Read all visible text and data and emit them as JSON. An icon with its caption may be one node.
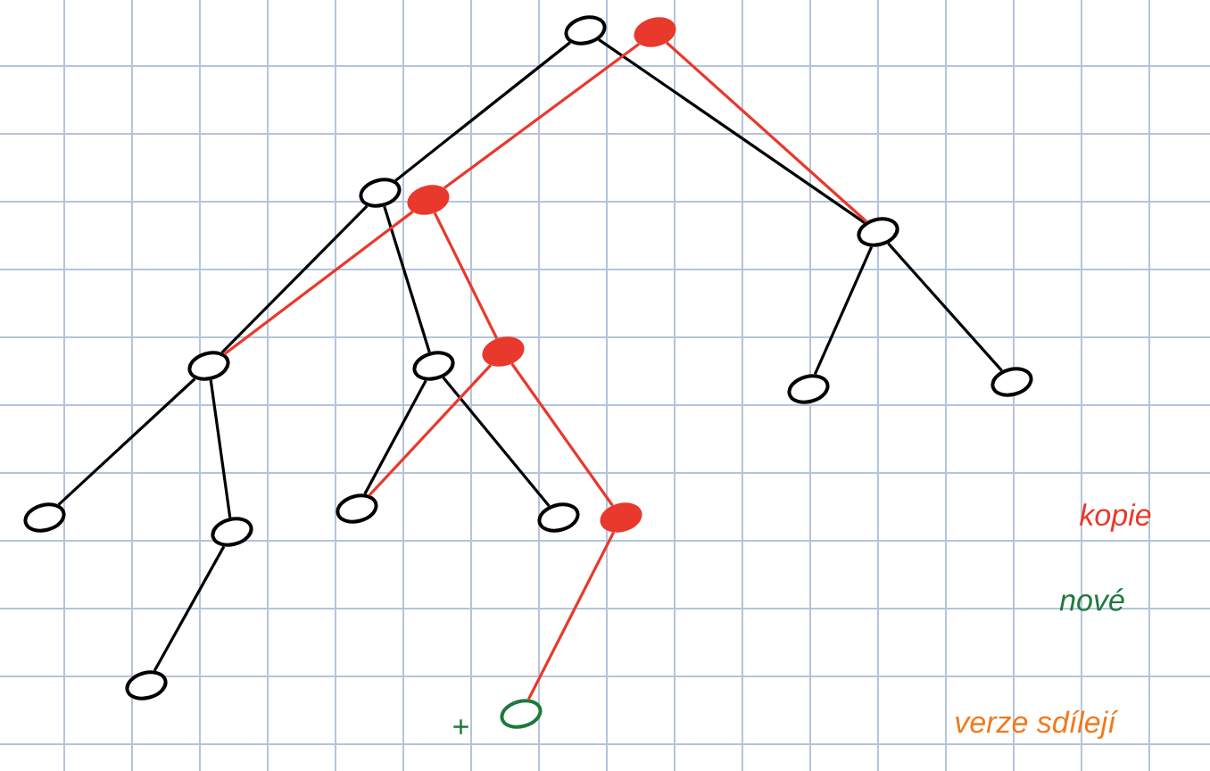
{
  "diagram": {
    "nodes": [
      {
        "text": [],
        "shape": "circle"
      },
      {
        "text": [],
        "shape": "circle"
      },
      {
        "text": [],
        "shape": "circle"
      },
      {
        "text": [],
        "shape": "circle"
      },
      {
        "text": [],
        "shape": "circle"
      },
      {
        "text": [],
        "shape": "circle"
      },
      {
        "text": [],
        "shape": "circle"
      },
      {
        "text": [],
        "shape": "circle"
      },
      {
        "text": [],
        "shape": "circle"
      },
      {
        "text": [],
        "shape": "circle"
      },
      {
        "text": [],
        "shape": "circle"
      },
      {
        "text": [],
        "shape": "circle"
      },
      {
        "text": [],
        "shape": "circle"
      },
      {
        "text": [],
        "shape": "circle"
      },
      {
        "text": [],
        "shape": "circle"
      },
      {
        "text": [],
        "shape": "circle"
      },
      {
        "text": [],
        "shape": "circle"
      }
    ],
    "edges": [
      {
        "from": 0,
        "to": 1,
        "arrow": "none"
      },
      {
        "from": 0,
        "to": 2,
        "arrow": "none"
      },
      {
        "from": 1,
        "to": 3,
        "arrow": "none"
      },
      {
        "from": 1,
        "to": 4,
        "arrow": "none"
      },
      {
        "from": 2,
        "to": 5,
        "arrow": "none"
      },
      {
        "from": 2,
        "to": 6,
        "arrow": "none"
      },
      {
        "from": 3,
        "to": 7,
        "arrow": "none"
      },
      {
        "from": 3,
        "to": 8,
        "arrow": "none"
      },
      {
        "from": 8,
        "to": 11,
        "arrow": "none"
      },
      {
        "from": 4,
        "to": 9,
        "arrow": "none"
      },
      {
        "from": 4,
        "to": 10,
        "arrow": "none"
      },
      {
        "from": 12,
        "to": 13,
        "arrow": "none",
        "color": "#e8392c"
      },
      {
        "from": 12,
        "to": 2,
        "arrow": "none",
        "color": "#e8392c"
      },
      {
        "from": 13,
        "to": 3,
        "arrow": "none",
        "color": "#e8392c"
      },
      {
        "from": 13,
        "to": 14,
        "arrow": "none",
        "color": "#e8392c"
      },
      {
        "from": 14,
        "to": 9,
        "arrow": "none",
        "color": "#e8392c"
      },
      {
        "from": 14,
        "to": 15,
        "arrow": "none",
        "color": "#e8392c"
      },
      {
        "from": 15,
        "to": 16,
        "arrow": "none",
        "color": "#e8392c"
      }
    ],
    "labels": [
      "+",
      "kopie",
      "nové",
      "verze sdílejí"
    ]
  }
}
